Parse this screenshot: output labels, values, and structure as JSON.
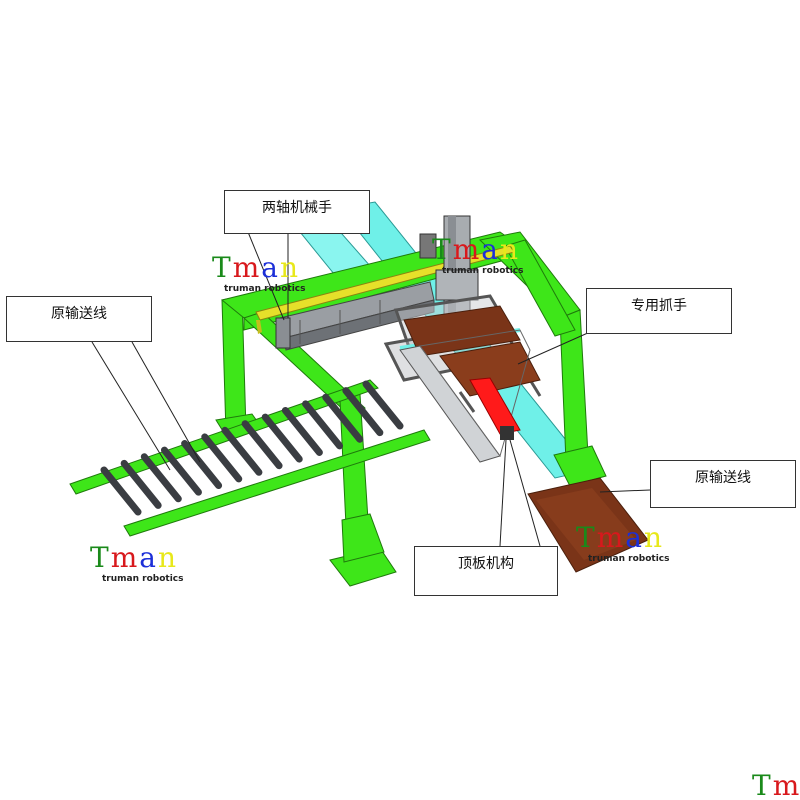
{
  "labels": {
    "gantry": "两轴机械手",
    "infeed_line": "原输送线",
    "gripper": "专用抓手",
    "outfeed_line": "原输送线",
    "lift_mechanism": "顶板机构"
  },
  "logo": {
    "letters": [
      "T",
      "m",
      "a",
      "n"
    ],
    "subtitle": "truman robotics"
  },
  "colors": {
    "frame": "#3ee619",
    "rail_cyan": "#6ff0e8",
    "rail_yellow": "#e6e02a",
    "beam_gray": "#9a9ea3",
    "roller": "#555a60",
    "board": "#7a3418",
    "red_plate": "#ff1a1a",
    "logo_T": "#1a8a1a",
    "logo_m": "#d8181c",
    "logo_a": "#1c2fd8",
    "logo_n": "#e8e81a"
  }
}
